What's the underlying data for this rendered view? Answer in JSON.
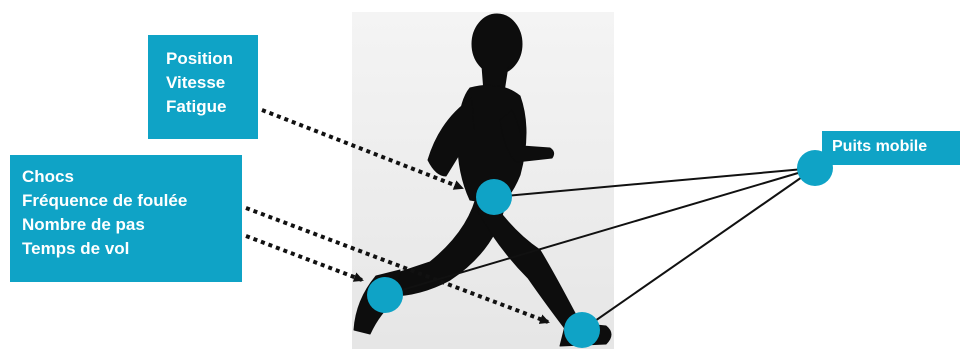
{
  "labels": {
    "position_box": {
      "lines": [
        "Position",
        "Vitesse",
        "Fatigue"
      ]
    },
    "chocs_box": {
      "lines": [
        "Chocs",
        "Fréquence de foulée",
        "Nombre de pas",
        "Temps de vol"
      ]
    },
    "puits_box": {
      "text": "Puits mobile"
    }
  },
  "nodes": [
    {
      "id": "hip-sensor",
      "color": "#0fa3c6"
    },
    {
      "id": "foot-sensor-back",
      "color": "#0fa3c6"
    },
    {
      "id": "foot-sensor-front",
      "color": "#0fa3c6"
    },
    {
      "id": "mobile-sink",
      "color": "#0fa3c6"
    }
  ],
  "colors": {
    "accent": "#0fa3c6",
    "silhouette": "#0d0d0d",
    "background_panel": "#f0f0f0",
    "arrow": "#111111"
  }
}
